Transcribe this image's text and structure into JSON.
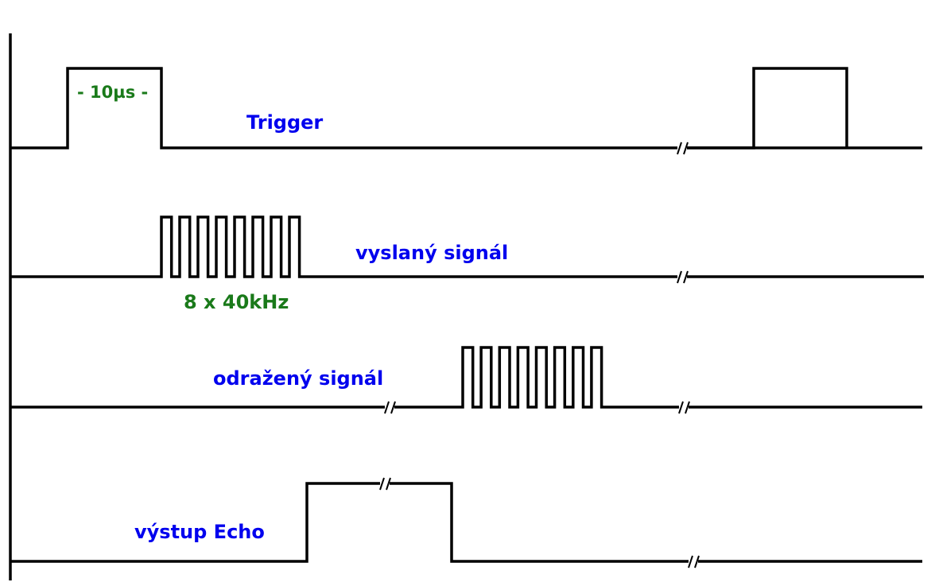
{
  "colors": {
    "signal_label": "#0000ee",
    "annotation": "#1a7a1a",
    "line": "#000000"
  },
  "labels": {
    "trigger": "Trigger",
    "pulse_width": "- 10µs -",
    "sent": "vyslaný signál",
    "burst": "8 x 40kHz",
    "reflected": "odražený signál",
    "echo": "výstup Echo"
  }
}
